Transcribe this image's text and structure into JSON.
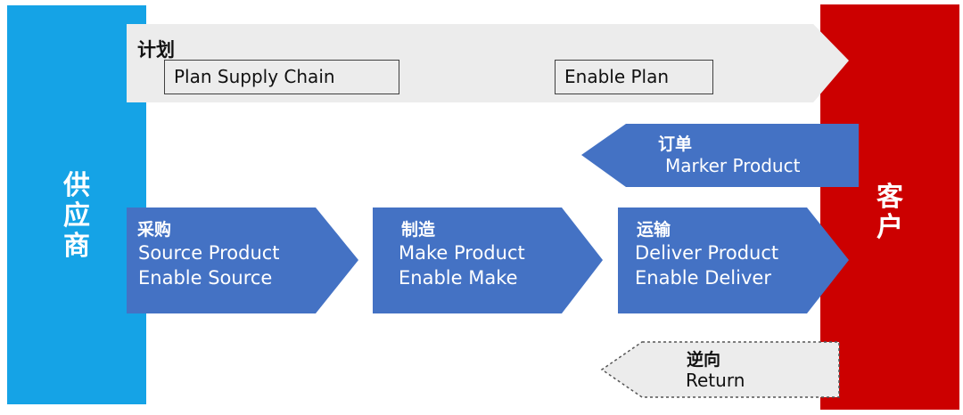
{
  "supplier": {
    "label": [
      "供",
      "应",
      "商"
    ],
    "color": "#15a3e6"
  },
  "customer": {
    "label": [
      "客",
      "户"
    ],
    "color": "#cc0000"
  },
  "plan": {
    "title": "计划",
    "box1": "Plan Supply Chain",
    "box2": "Enable Plan",
    "color": "#ececec"
  },
  "order": {
    "title": "订单",
    "line1": "Marker Product",
    "color": "#4472c4"
  },
  "source": {
    "title": "采购",
    "line1": "Source Product",
    "line2": "Enable Source"
  },
  "make": {
    "title": "制造",
    "line1": "Make Product",
    "line2": "Enable Make"
  },
  "deliver": {
    "title": "运输",
    "line1": "Deliver Product",
    "line2": "Enable Deliver"
  },
  "return": {
    "title": "逆向",
    "line1": "Return"
  },
  "colors": {
    "process": "#4472c4",
    "return_fill": "#ececec",
    "return_stroke": "#555555"
  }
}
